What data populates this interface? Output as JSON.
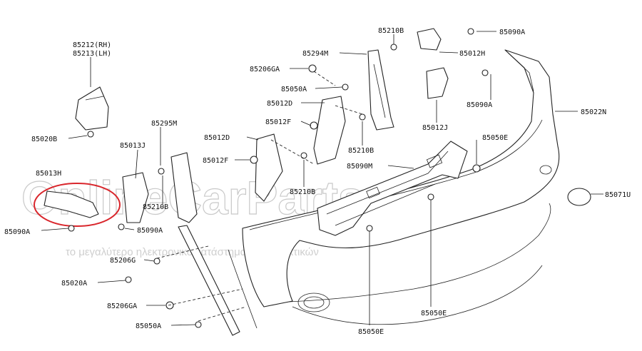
{
  "labels": {
    "l85212": "85212(RH)",
    "l85213": "85213(LH)",
    "l85020B": "85020B",
    "l85013J": "85013J",
    "l85013H": "85013H",
    "l85295M": "85295M",
    "l85210B_a": "85210B",
    "l85090A_a": "85090A",
    "l85090A_b": "85090A",
    "l85206G": "85206G",
    "l85020A": "85020A",
    "l85206GA_a": "85206GA",
    "l85050A_a": "85050A",
    "l85294M": "85294M",
    "l85206GA_b": "85206GA",
    "l85050A_b": "85050A",
    "l85012D_a": "85012D",
    "l85012F_a": "85012F",
    "l85012D_b": "85012D",
    "l85012F_b": "85012F",
    "l85210B_b": "85210B",
    "l85210B_c": "85210B",
    "l85210B_d": "85210B",
    "l85090M": "85090M",
    "l85090A_c": "85090A",
    "l85012H": "85012H",
    "l85090A_d": "85090A",
    "l85012J": "85012J",
    "l85050E_a": "85050E",
    "l85022N": "85022N",
    "l85071U": "85071U",
    "l85050E_b": "85050E",
    "l85050E_c": "85050E"
  },
  "watermark": {
    "main": "OnlineCarParts.gr",
    "sub": "το μεγαλύτερο ηλεκτρονικό κατάστημα ανταλλακτικών"
  },
  "colors": {
    "highlight": "#d9262c",
    "ink": "#111111",
    "watermark": "#c9c9c9"
  }
}
